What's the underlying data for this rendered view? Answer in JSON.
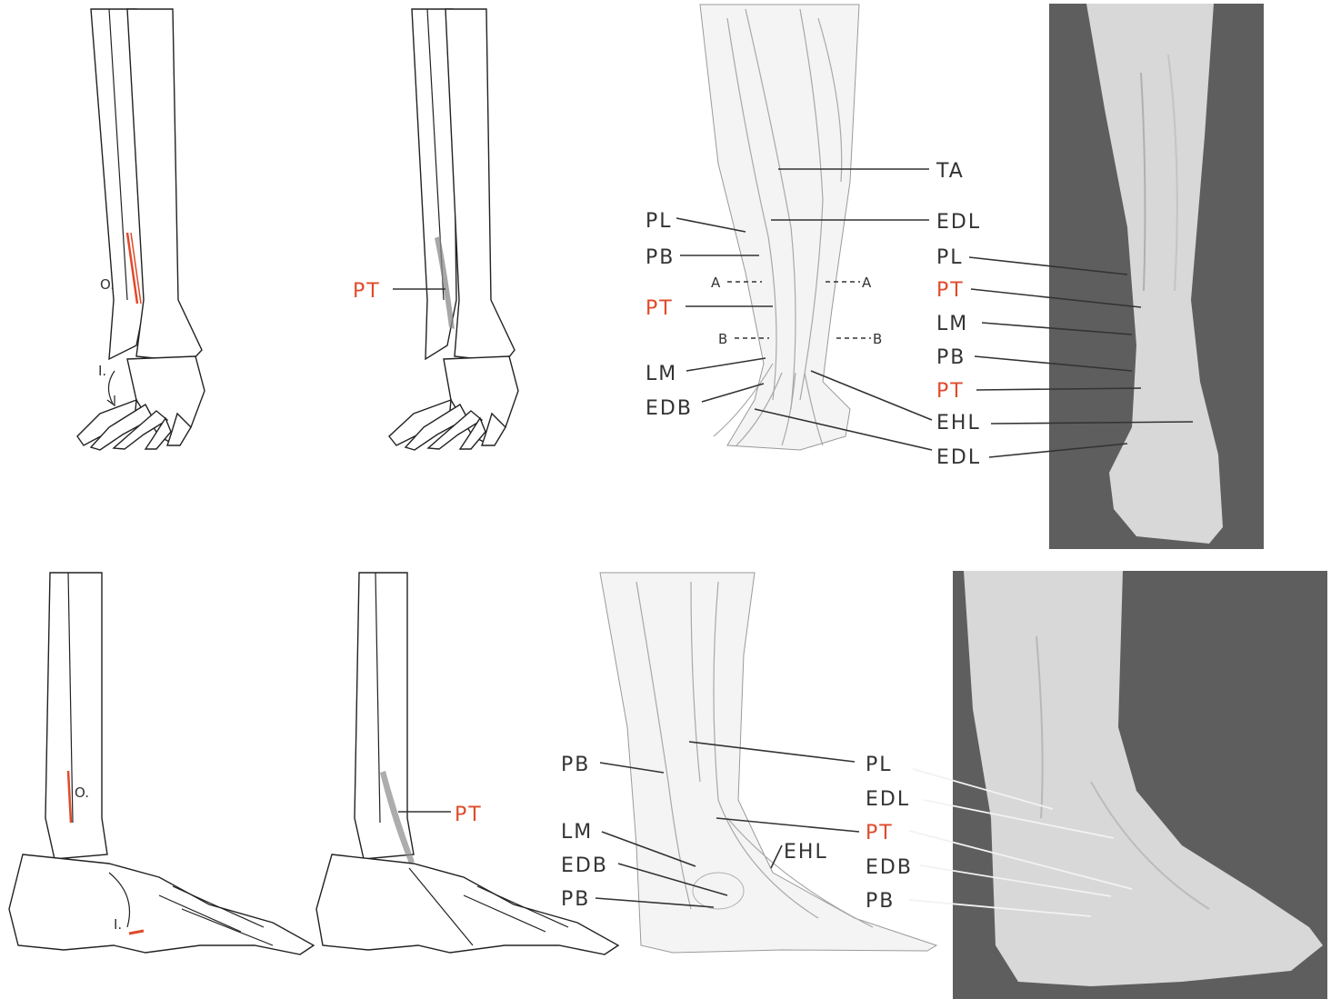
{
  "colors": {
    "label": "#333333",
    "highlight": "#e04a2a",
    "photo_bg": "#5e5e5e",
    "skin": "#d9d9d9"
  },
  "top": {
    "bone": {
      "origin": "O.",
      "insertion": "I."
    },
    "muscle": {
      "pt": "PT"
    },
    "anatomy": {
      "ta": "TA",
      "edl_upper": "EDL",
      "pl": "PL",
      "pb": "PB",
      "sec_a_left": "A",
      "sec_a_right": "A",
      "pt": "PT",
      "sec_b_left": "B",
      "sec_b_right": "B",
      "lm": "LM",
      "edb": "EDB",
      "ehl": "EHL",
      "edl_lower": "EDL"
    },
    "photo": {
      "pl": "PL",
      "pt1": "PT",
      "lm": "LM",
      "pb": "PB",
      "pt2": "PT"
    }
  },
  "bottom": {
    "bone": {
      "origin": "O.",
      "insertion": "I."
    },
    "muscle": {
      "pt": "PT"
    },
    "anatomy": {
      "pb_upper": "PB",
      "lm": "LM",
      "edb": "EDB",
      "pb_lower": "PB",
      "ehl": "EHL"
    },
    "photo": {
      "pl": "PL",
      "edl": "EDL",
      "pt": "PT",
      "edb": "EDB",
      "pb": "PB"
    }
  }
}
